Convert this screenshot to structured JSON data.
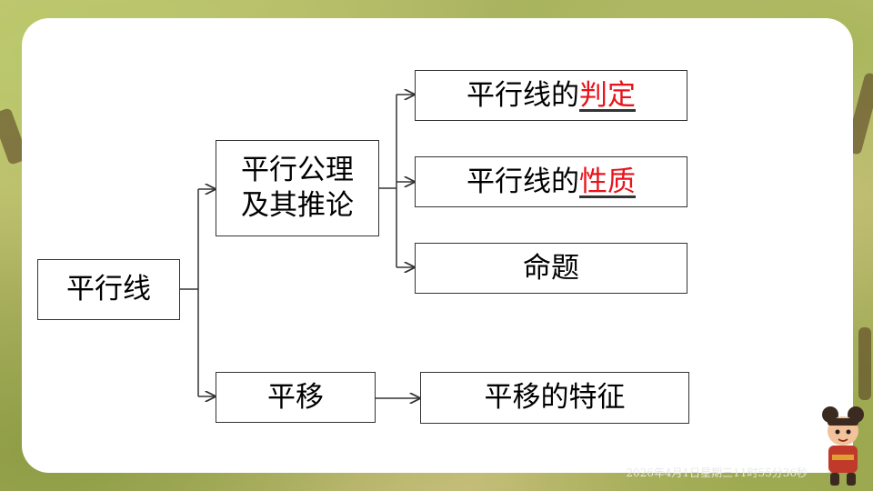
{
  "diagram": {
    "root": "平行线",
    "branch_axiom": "平行公理\n及其推论",
    "leaf_judgement_prefix": "平行线的",
    "leaf_judgement_key": "判定",
    "leaf_property_prefix": "平行线的",
    "leaf_property_key": "性质",
    "leaf_proposition": "命题",
    "branch_translation": "平移",
    "leaf_translation_feature": "平移的特征"
  },
  "footer": {
    "timestamp": "2026年4月1日星期三11时55分36秒"
  },
  "colors": {
    "highlight": "#e8131b",
    "panel": "#ffffff",
    "line": "#333333"
  }
}
